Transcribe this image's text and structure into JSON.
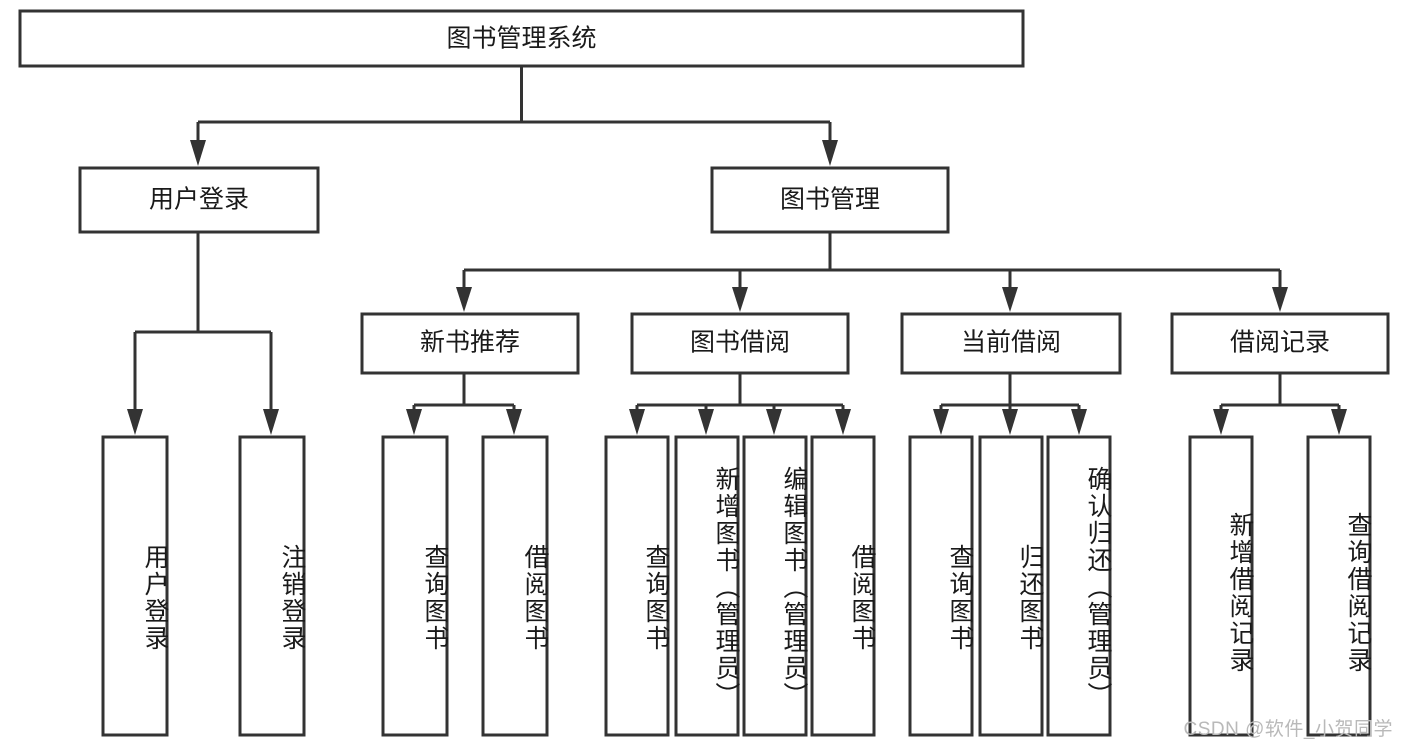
{
  "diagram": {
    "type": "hierarchy-tree",
    "title_node": {
      "label": "图书管理系统",
      "orientation": "horizontal"
    },
    "level2": [
      {
        "label": "用户登录",
        "orientation": "horizontal"
      },
      {
        "label": "图书管理",
        "orientation": "horizontal"
      }
    ],
    "level3": [
      {
        "label": "新书推荐",
        "orientation": "horizontal",
        "parent": "图书管理"
      },
      {
        "label": "图书借阅",
        "orientation": "horizontal",
        "parent": "图书管理"
      },
      {
        "label": "当前借阅",
        "orientation": "horizontal",
        "parent": "图书管理"
      },
      {
        "label": "借阅记录",
        "orientation": "horizontal",
        "parent": "图书管理"
      }
    ],
    "leaves": {
      "user_login": [
        {
          "label": "用户登录",
          "orientation": "vertical"
        },
        {
          "label": "注销登录",
          "orientation": "vertical"
        }
      ],
      "new_book_recommend": [
        {
          "label": "查询图书",
          "orientation": "vertical"
        },
        {
          "label": "借阅图书",
          "orientation": "vertical"
        }
      ],
      "book_borrow": [
        {
          "label": "查询图书",
          "orientation": "vertical"
        },
        {
          "label": "新增图书（管理员）",
          "orientation": "vertical"
        },
        {
          "label": "编辑图书（管理员）",
          "orientation": "vertical"
        },
        {
          "label": "借阅图书",
          "orientation": "vertical"
        }
      ],
      "current_borrow": [
        {
          "label": "查询图书",
          "orientation": "vertical"
        },
        {
          "label": "归还图书",
          "orientation": "vertical"
        },
        {
          "label": "确认归还（管理员）",
          "orientation": "vertical"
        }
      ],
      "borrow_record": [
        {
          "label": "新增借阅记录",
          "orientation": "vertical"
        },
        {
          "label": "查询借阅记录",
          "orientation": "vertical"
        }
      ]
    },
    "colors": {
      "background": "#ffffff",
      "box_fill": "#ffffff",
      "box_stroke": "#333333",
      "connector": "#333333",
      "text": "#1a1a1a",
      "watermark": "#b9b9b9"
    }
  },
  "watermark": {
    "text": "CSDN @软件_小贺同学"
  }
}
